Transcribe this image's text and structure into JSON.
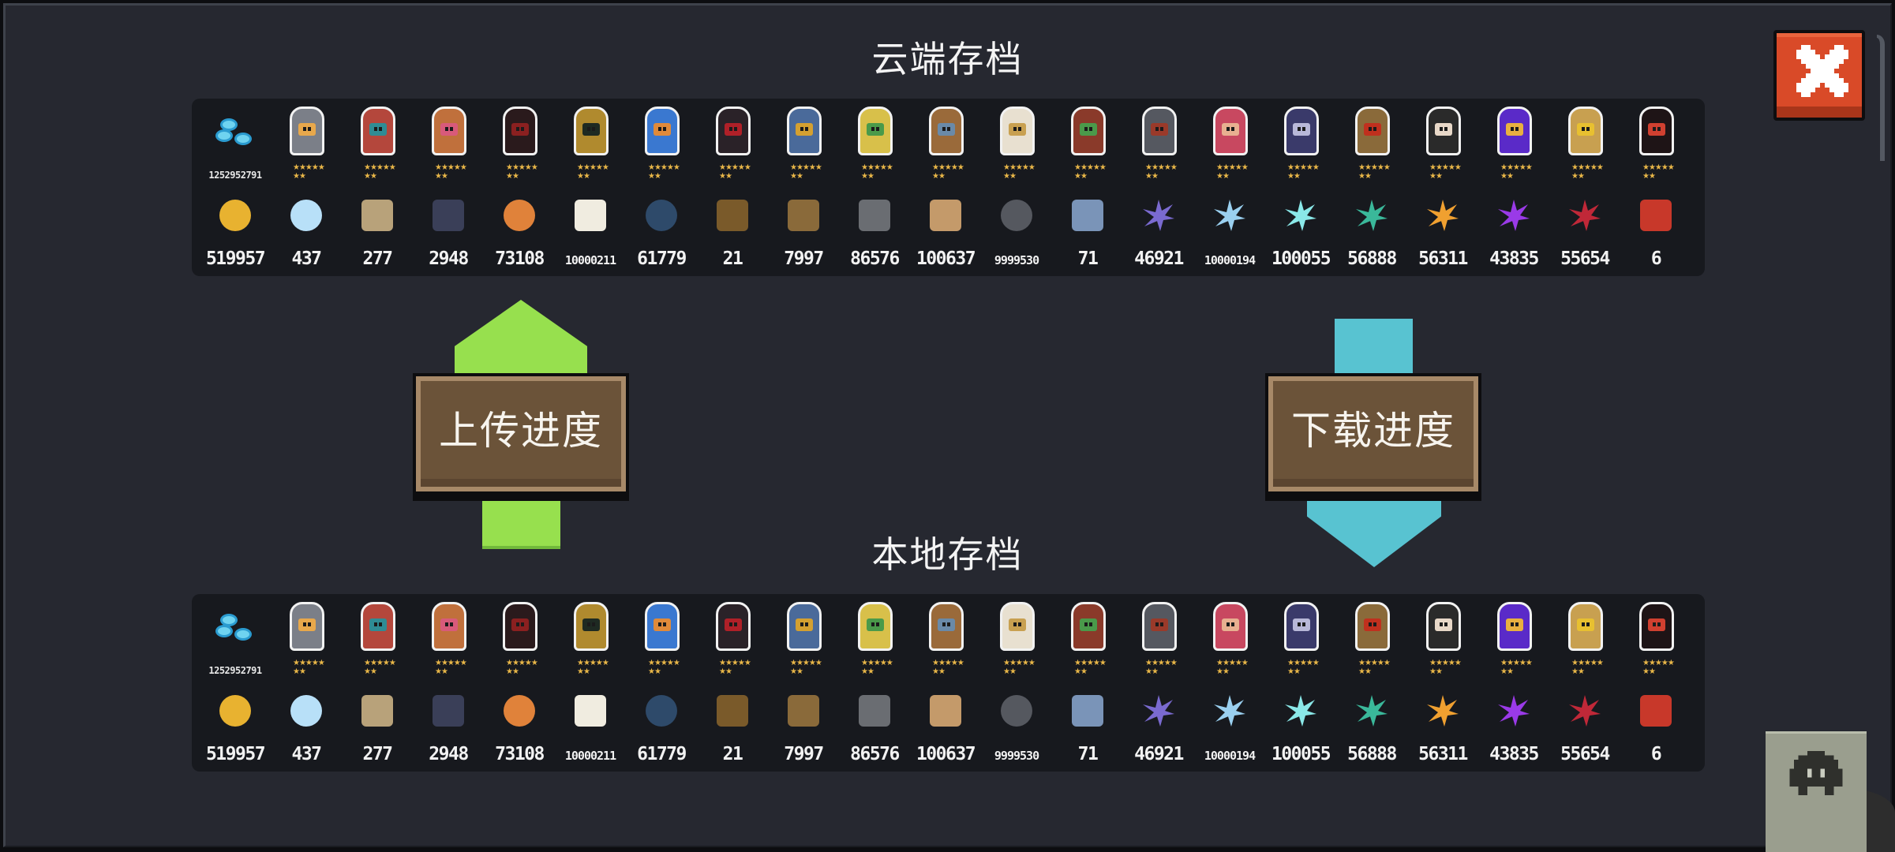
{
  "cloud_save": {
    "title": "云端存档",
    "gems": {
      "icon": "gem-stack-icon",
      "value": "1252952791"
    },
    "characters": [
      {
        "name": "knight",
        "stars": 7
      },
      {
        "name": "rogue",
        "stars": 7
      },
      {
        "name": "wizard",
        "stars": 7
      },
      {
        "name": "assassin",
        "stars": 7
      },
      {
        "name": "alchemist",
        "stars": 7
      },
      {
        "name": "engineer",
        "stars": 7
      },
      {
        "name": "vampire",
        "stars": 7
      },
      {
        "name": "paladin",
        "stars": 7
      },
      {
        "name": "elf",
        "stars": 7
      },
      {
        "name": "werewolf",
        "stars": 7
      },
      {
        "name": "priest",
        "stars": 7
      },
      {
        "name": "druid",
        "stars": 7
      },
      {
        "name": "robot",
        "stars": 7
      },
      {
        "name": "berserker",
        "stars": 7
      },
      {
        "name": "necromancer",
        "stars": 7
      },
      {
        "name": "officer",
        "stars": 7
      },
      {
        "name": "taoist",
        "stars": 7
      },
      {
        "name": "demonmancer",
        "stars": 7
      },
      {
        "name": "inventor",
        "stars": 7
      },
      {
        "name": "special-forces",
        "stars": 7
      }
    ],
    "items": [
      {
        "icon": "gold-coin-icon",
        "value": "519957"
      },
      {
        "icon": "blue-orb-icon",
        "value": "437"
      },
      {
        "icon": "fiber-bundle-icon",
        "value": "277"
      },
      {
        "icon": "dark-ore-icon",
        "value": "2948"
      },
      {
        "icon": "orange-ore-icon",
        "value": "73108"
      },
      {
        "icon": "cotton-sack-icon",
        "value": "10000211"
      },
      {
        "icon": "fish-badge-icon",
        "value": "61779"
      },
      {
        "icon": "cannon-part-icon",
        "value": "21"
      },
      {
        "icon": "scrap-icon",
        "value": "7997"
      },
      {
        "icon": "gear-icon",
        "value": "86576"
      },
      {
        "icon": "blueprint-icon",
        "value": "100637"
      },
      {
        "icon": "iron-ore-icon",
        "value": "9999530"
      },
      {
        "icon": "cloth-icon",
        "value": "71"
      },
      {
        "icon": "purple-shard-icon",
        "value": "46921"
      },
      {
        "icon": "blue-shard-icon",
        "value": "10000194"
      },
      {
        "icon": "cyan-shard-icon",
        "value": "100055"
      },
      {
        "icon": "green-shard-icon",
        "value": "56888"
      },
      {
        "icon": "gold-shard-icon",
        "value": "56311"
      },
      {
        "icon": "violet-shard-icon",
        "value": "43835"
      },
      {
        "icon": "red-shard-icon",
        "value": "55654"
      },
      {
        "icon": "shield-item-icon",
        "value": "6"
      }
    ]
  },
  "local_save": {
    "title": "本地存档",
    "gems": {
      "icon": "gem-stack-icon",
      "value": "1252952791"
    },
    "items_values": [
      "519957",
      "437",
      "277",
      "2948",
      "73108",
      "10000211",
      "61779",
      "21",
      "7997",
      "86576",
      "100637",
      "9999530",
      "71",
      "46921",
      "10000194",
      "100055",
      "56888",
      "56311",
      "43835",
      "55654",
      "6"
    ]
  },
  "actions": {
    "upload_label": "上传进度",
    "download_label": "下载进度",
    "close_icon": "close-icon",
    "corner_icon": "pixel-creature-icon"
  },
  "colors": {
    "background": "#262830",
    "panel": "#17191e",
    "upload_arrow": "#97e04e",
    "download_arrow": "#58c3d1",
    "button_wood": "#6b5339",
    "close_button": "#d94a28",
    "stars": "#e8b648"
  }
}
